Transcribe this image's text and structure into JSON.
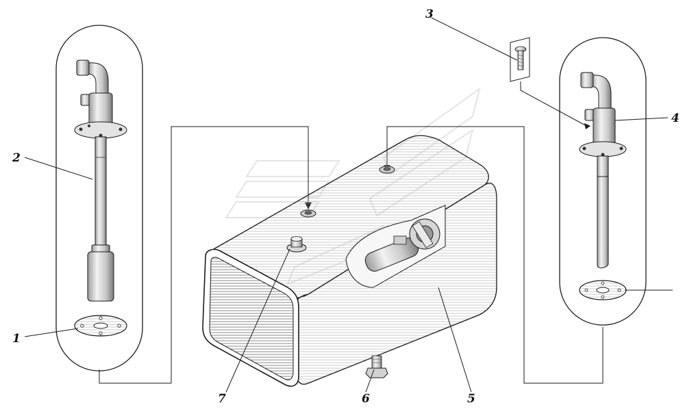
{
  "callouts": {
    "c1": "1",
    "c2": "2",
    "c3": "3",
    "c4": "4",
    "c5": "5",
    "c6": "6",
    "c7": "7"
  },
  "colors": {
    "line": "#1a1a1a",
    "paper": "#ffffff",
    "metal_light": "#e6e6e6",
    "metal_dark": "#8a8a8a",
    "watermark": "#d9d9d9"
  }
}
